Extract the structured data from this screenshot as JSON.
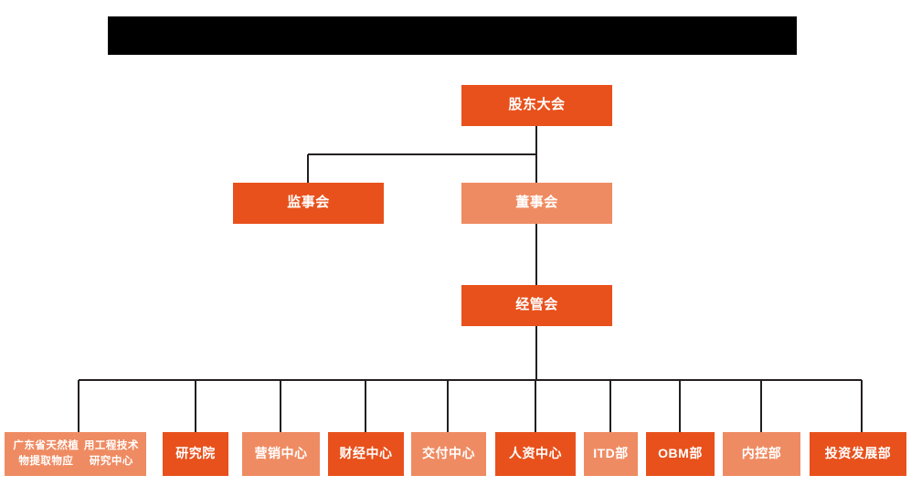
{
  "document": {
    "type": "organization-chart",
    "redacted_title_bar": ""
  },
  "colors": {
    "primary_dark": "#e8511c",
    "primary_light": "#ef8b62",
    "connector": "#231f20",
    "background": "#ffffff",
    "redaction": "#000000",
    "text": "#ffffff"
  },
  "levels": {
    "level1": [
      {
        "id": "shareholders",
        "label": "股东大会",
        "tone": "dark"
      }
    ],
    "level2": [
      {
        "id": "supervisors",
        "label": "监事会",
        "tone": "dark"
      },
      {
        "id": "directors",
        "label": "董事会",
        "tone": "light"
      }
    ],
    "level3": [
      {
        "id": "management",
        "label": "经管会",
        "tone": "dark"
      }
    ],
    "level4": [
      {
        "id": "engineering-center",
        "label": "广东省天然植物提取物应用工程技术研究中心",
        "line1": "广东省天然植物提取物应",
        "line2": "用工程技术研究中心",
        "tone": "light"
      },
      {
        "id": "research-institute",
        "label": "研究院",
        "tone": "dark"
      },
      {
        "id": "marketing-center",
        "label": "营销中心",
        "tone": "light"
      },
      {
        "id": "finance-center",
        "label": "财经中心",
        "tone": "dark"
      },
      {
        "id": "delivery-center",
        "label": "交付中心",
        "tone": "light"
      },
      {
        "id": "hr-center",
        "label": "人资中心",
        "tone": "dark"
      },
      {
        "id": "itd-dept",
        "label": "ITD部",
        "tone": "light"
      },
      {
        "id": "obm-dept",
        "label": "OBM部",
        "tone": "dark"
      },
      {
        "id": "internal-control-dept",
        "label": "内控部",
        "tone": "light"
      },
      {
        "id": "investment-development-dept",
        "label": "投资发展部",
        "tone": "dark"
      }
    ]
  }
}
